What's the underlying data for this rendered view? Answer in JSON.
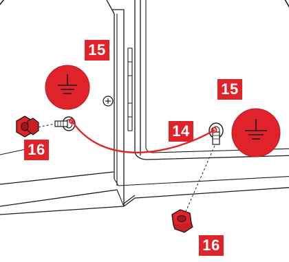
{
  "callouts": {
    "earth_label_left": "15",
    "earth_label_right": "15",
    "cable": "14",
    "nut_left": "16",
    "nut_right": "16"
  },
  "icons": {
    "earth_symbol": "ground-icon",
    "screw": "phillips-screw-icon"
  },
  "colors": {
    "accent": "#e0232b",
    "outline": "#1a1a1a"
  }
}
